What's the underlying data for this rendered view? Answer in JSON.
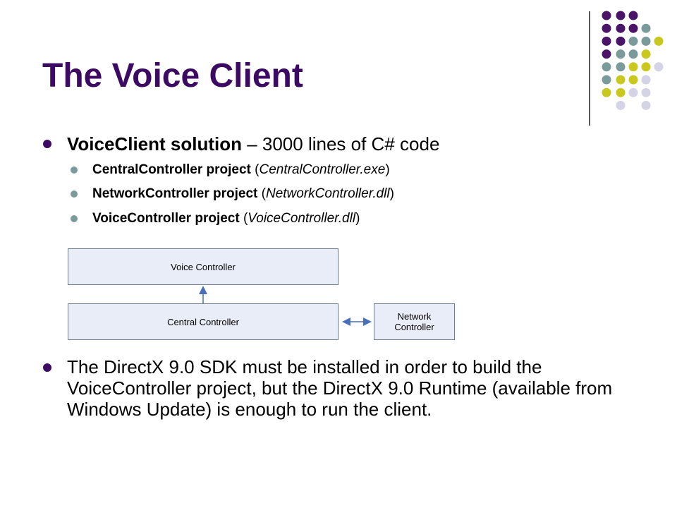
{
  "slide": {
    "title": "The Voice Client",
    "bullet1": {
      "bold": "VoiceClient solution",
      "rest": " – 3000 lines of C# code"
    },
    "subbullets": [
      {
        "bold": "CentralController project",
        "open": " (",
        "file": "CentralController.exe",
        "close": ")"
      },
      {
        "bold": "NetworkController project",
        "open": " (",
        "file": "NetworkController.dll",
        "close": ")"
      },
      {
        "bold": "VoiceController project",
        "open": " (",
        "file": "VoiceController.dll",
        "close": ")"
      }
    ],
    "paragraph": "The DirectX 9.0 SDK must be installed in order to build the VoiceController project, but the DirectX 9.0 Runtime (available from Windows Update) is enough to run the client."
  },
  "diagram": {
    "voice_controller": "Voice Controller",
    "central_controller": "Central Controller",
    "network_controller_line1": "Network",
    "network_controller_line2": "Controller"
  },
  "colors": {
    "title": "#3d0a63",
    "dot_purple": "#4a1468",
    "dot_teal": "#7b9b9b",
    "dot_yellow": "#c8c81e",
    "dot_lavender": "#d4d4e6",
    "arrow": "#4a6fb8"
  }
}
